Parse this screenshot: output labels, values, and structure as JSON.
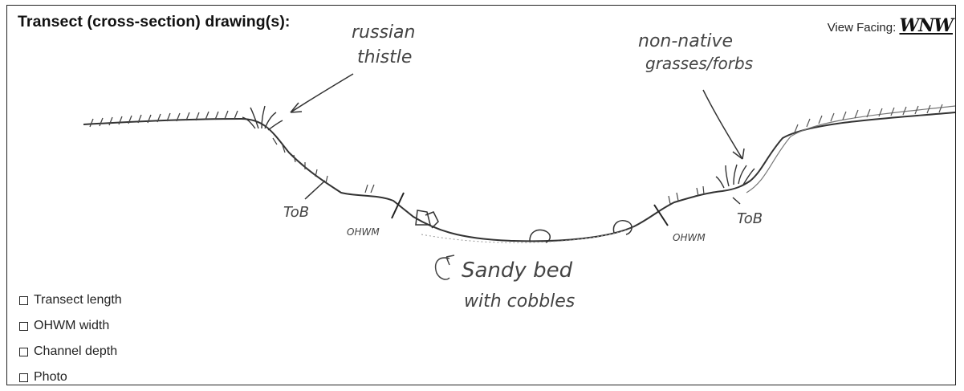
{
  "form": {
    "title": "Transect (cross-section) drawing(s):",
    "view_facing_label": "View Facing:",
    "view_facing_value": "WNW",
    "checklist": [
      {
        "label": "Transect length",
        "checked": false
      },
      {
        "label": "OHWM width",
        "checked": false
      },
      {
        "label": "Channel depth",
        "checked": false
      },
      {
        "label": "Photo",
        "checked": false
      }
    ]
  },
  "sketch": {
    "annotations": {
      "russian_thistle_1": "russian",
      "russian_thistle_2": "thistle",
      "nonnative_1": "non-native",
      "nonnative_2": "grasses/forbs",
      "tob_left": "ToB",
      "tob_right": "ToB",
      "ohwm_left": "OHWM",
      "ohwm_right": "OHWM",
      "bed_1": "Sandy bed",
      "bed_2": "with cobbles"
    }
  }
}
